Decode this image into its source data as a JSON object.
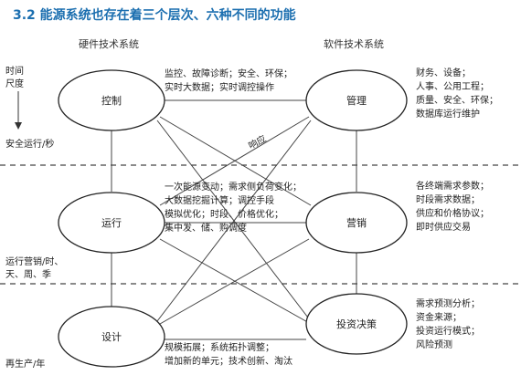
{
  "title": "3.2 能源系统也存在着三个层次、六种不同的功能",
  "headers": {
    "hardware": "硬件技术系统",
    "software": "软件技术系统"
  },
  "left_labels": {
    "time_scale": [
      "时间",
      "尺度"
    ],
    "safety": "安全运行/秒",
    "operation": [
      "运行营销/时、",
      "天、周、季"
    ],
    "regen": "再生产/年"
  },
  "nodes": {
    "control": "控制",
    "management": "管理",
    "operation": "运行",
    "marketing": "营销",
    "design": "设计",
    "investment": "投资决策"
  },
  "link_label": "响应",
  "texts": {
    "control_desc": [
      "监控、故障诊断；安全、环保；",
      "实时大数据；实时调控操作"
    ],
    "management_desc": [
      "财务、设备；",
      "人事、公用工程；",
      "质量、安全、环保；",
      "数据库运行维护"
    ],
    "operation_desc": [
      "一次能源变动；需求侧负荷变化；",
      "大数据挖掘计算；调控手段",
      "模拟优化；时段、价格优化；",
      "集中发、储、购调度"
    ],
    "marketing_desc": [
      "各终端需求参数；",
      "时段需求数据；",
      "供应和价格协议；",
      "即时供应交易"
    ],
    "design_desc": [
      "规模拓展；系统拓扑调整；",
      "增加新的单元；技术创新、淘汰"
    ],
    "investment_desc": [
      "需求预测分析；",
      "资金来源；",
      "投资运行模式；",
      "风险预测"
    ]
  }
}
